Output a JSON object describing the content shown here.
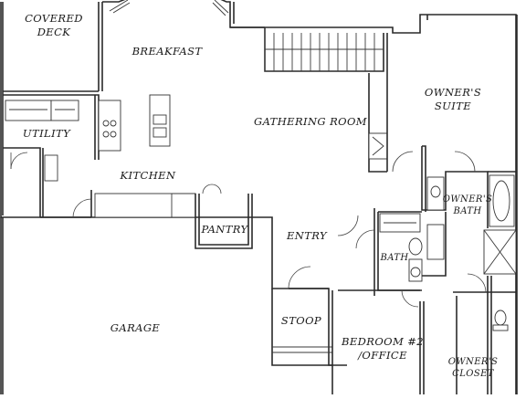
{
  "rooms": {
    "covered_deck": [
      "COVERED",
      "DECK"
    ],
    "breakfast": "BREAKFAST",
    "utility": "UTILITY",
    "gathering_room": "GATHERING ROOM",
    "owners_suite": [
      "OWNER'S",
      "SUITE"
    ],
    "kitchen": "KITCHEN",
    "owners_bath": [
      "OWNER'S",
      "BATH"
    ],
    "pantry": "PANTRY",
    "entry": "ENTRY",
    "bath": "BATH",
    "garage": "GARAGE",
    "stoop": "STOOP",
    "bedroom2": [
      "BEDROOM #2",
      "/OFFICE"
    ],
    "owners_closet": [
      "OWNER'S",
      "CLOSET"
    ]
  }
}
